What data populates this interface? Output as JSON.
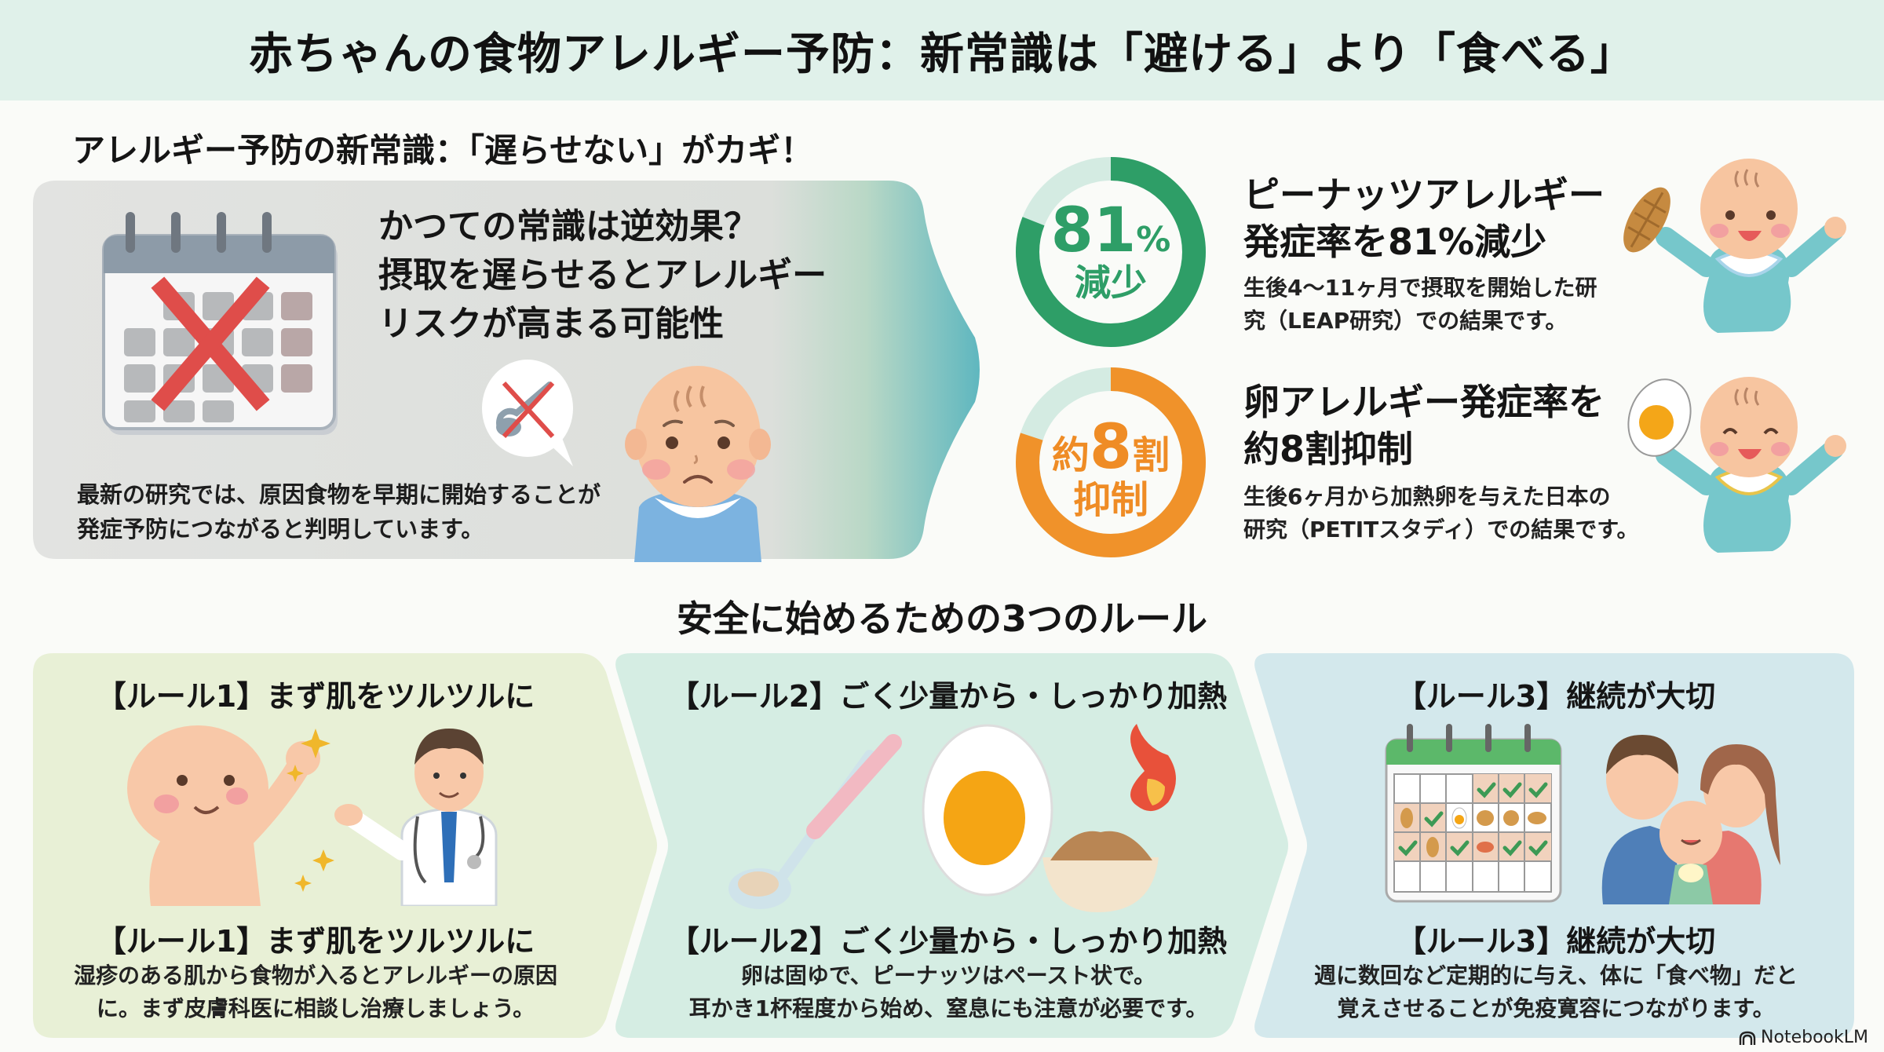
{
  "header": {
    "title": "赤ちゃんの食物アレルギー予防：新常識は「避ける」より「食べる」"
  },
  "section_top": {
    "title": "アレルギー予防の新常識：「遅らせない」がカギ！"
  },
  "old_belief_panel": {
    "headline_lines": [
      "かつての常識は逆効果？",
      "摂取を遅らせるとアレルギー",
      "リスクが高まる可能性"
    ],
    "body_lines": [
      "最新の研究では、原因食物を早期に開始することが",
      "発症予防につながると判明しています。"
    ],
    "icons": [
      "calendar-crossed-icon",
      "spoon-crossed-speech-bubble-icon",
      "sad-baby-icon"
    ]
  },
  "stats": [
    {
      "ring_value": "81",
      "ring_unit": "%",
      "ring_label": "減少",
      "percent": 81,
      "color": "#2e9e67",
      "title_lines": [
        "ピーナッツアレルギー",
        "発症率を81%減少"
      ],
      "desc_lines": [
        "生後4〜11ヶ月で摂取を開始した研",
        "究（LEAP研究）での結果です。"
      ],
      "icon": "baby-with-peanut-icon"
    },
    {
      "ring_prefix": "約",
      "ring_value": "8",
      "ring_unit": "割",
      "ring_label": "抑制",
      "percent": 80,
      "color": "#f0922a",
      "title_lines": [
        "卵アレルギー発症率を",
        "約8割抑制"
      ],
      "desc_lines": [
        "生後6ヶ月から加熱卵を与えた日本の",
        "研究（PETITスタディ）での結果です。"
      ],
      "icon": "baby-with-egg-icon"
    }
  ],
  "rules_section": {
    "title": "安全に始めるための3つのルール",
    "rules": [
      {
        "heading": "【ルール1】まず肌をツルツルに",
        "subheading": "【ルール1】まず肌をツルツルに",
        "body_lines": [
          "湿疹のある肌から食物が入るとアレルギーの原因",
          "に。まず皮膚科医に相談し治療しましょう。"
        ],
        "bg": "#e8f0d6",
        "icon": "baby-and-doctor-icon"
      },
      {
        "heading": "【ルール2】ごく少量から・しっかり加熱",
        "subheading": "【ルール2】ごく少量から・しっかり加熱",
        "body_lines": [
          "卵は固ゆで、ピーナッツはペースト状で。",
          "耳かき1杯程度から始め、窒息にも注意が必要です。"
        ],
        "bg": "#d5ede3",
        "icon": "spoon-egg-peanut-paste-fire-icon"
      },
      {
        "heading": "【ルール3】継続が大切",
        "subheading": "【ルール3】継続が大切",
        "body_lines": [
          "週に数回など定期的に与え、体に「食べ物」だと",
          "覚えさせることが免疫寛容につながります。"
        ],
        "bg": "#d3e8ec",
        "icon": "calendar-checks-family-icon"
      }
    ]
  },
  "footer": {
    "brand": "NotebookLM"
  }
}
